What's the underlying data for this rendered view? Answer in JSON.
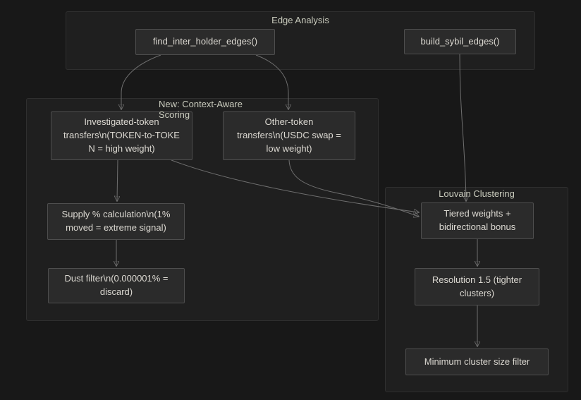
{
  "diagram_type": "flowchart",
  "clusters": {
    "edge_analysis": {
      "title": "Edge Analysis"
    },
    "scoring": {
      "title_lines": [
        "New: Context-Aware",
        "Scoring"
      ]
    },
    "louvain": {
      "title": "Louvain Clustering"
    }
  },
  "nodes": {
    "find_inter_holder_edges": {
      "label": "find_inter_holder_edges()"
    },
    "build_sybil_edges": {
      "label": "build_sybil_edges()"
    },
    "investigated_transfers": {
      "label": "Investigated-token transfers\\n(TOKEN-to-TOKEN = high weight)",
      "lines": [
        "Investigated-token",
        "transfers\\n(TOKEN-to-TOKE",
        "N = high weight)"
      ]
    },
    "other_transfers": {
      "label": "Other-token transfers\\n(USDC swap = low weight)",
      "lines": [
        "Other-token",
        "transfers\\n(USDC swap =",
        "low weight)"
      ]
    },
    "supply_calc": {
      "label": "Supply % calculation\\n(1% moved = extreme signal)",
      "lines": [
        "Supply % calculation\\n(1%",
        "moved = extreme signal)"
      ]
    },
    "dust_filter": {
      "label": "Dust filter\\n(0.000001% = discard)",
      "lines": [
        "Dust filter\\n(0.000001% =",
        "discard)"
      ]
    },
    "tiered_weights": {
      "label": "Tiered weights + bidirectional bonus",
      "lines": [
        "Tiered weights +",
        "bidirectional bonus"
      ]
    },
    "resolution": {
      "label": "Resolution 1.5 (tighter clusters)",
      "lines": [
        "Resolution 1.5 (tighter",
        "clusters)"
      ]
    },
    "min_cluster": {
      "label": "Minimum cluster size filter"
    }
  },
  "edges": [
    {
      "from": "find_inter_holder_edges",
      "to": "investigated_transfers"
    },
    {
      "from": "find_inter_holder_edges",
      "to": "other_transfers"
    },
    {
      "from": "build_sybil_edges",
      "to": "tiered_weights"
    },
    {
      "from": "investigated_transfers",
      "to": "supply_calc"
    },
    {
      "from": "investigated_transfers",
      "to": "tiered_weights"
    },
    {
      "from": "other_transfers",
      "to": "tiered_weights"
    },
    {
      "from": "supply_calc",
      "to": "dust_filter"
    },
    {
      "from": "tiered_weights",
      "to": "resolution"
    },
    {
      "from": "resolution",
      "to": "min_cluster"
    }
  ],
  "colors": {
    "background": "#181818",
    "cluster_fill": "#1f1f1f",
    "cluster_border": "#2f2f2f",
    "cluster_title_text": "#c9cbbd",
    "node_fill": "#2b2b2b",
    "node_border": "#4e4e4e",
    "node_text": "#dcd9d2",
    "edge_line": "#6f6f6f",
    "arrowhead": "#9a9a9a"
  }
}
